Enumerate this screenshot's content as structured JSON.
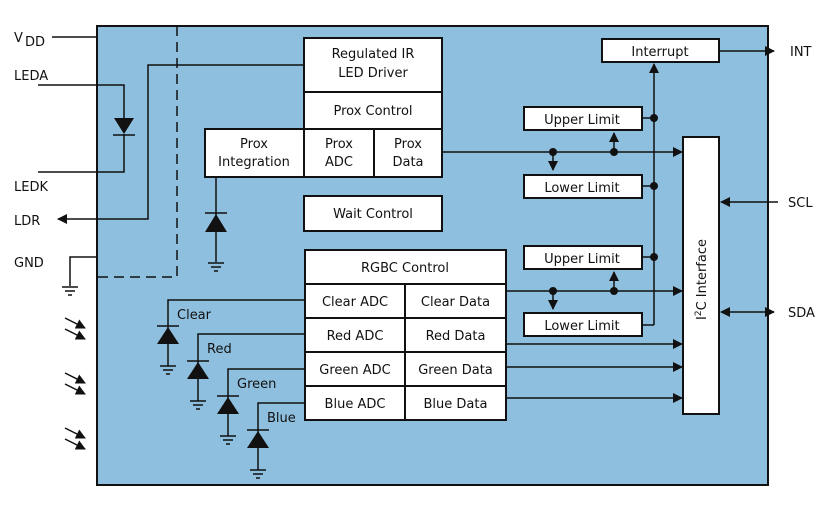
{
  "diagram": {
    "title": "RGBC and proximity sensor block diagram",
    "colors": {
      "chip_fill": "#8fbfde",
      "block_fill": "#ffffff",
      "line": "#111111"
    },
    "pins": {
      "vdd": "V",
      "vdd_sub": "DD",
      "leda": "LEDA",
      "ledk": "LEDK",
      "ldr": "LDR",
      "gnd": "GND",
      "int": "INT",
      "scl": "SCL",
      "sda": "SDA"
    },
    "blocks": {
      "ir_driver_line1": "Regulated IR",
      "ir_driver_line2": "LED Driver",
      "prox_control": "Prox Control",
      "prox_integration_line1": "Prox",
      "prox_integration_line2": "Integration",
      "prox_adc_line1": "Prox",
      "prox_adc_line2": "ADC",
      "prox_data_line1": "Prox",
      "prox_data_line2": "Data",
      "wait_control": "Wait  Control",
      "interrupt": "Interrupt",
      "prox_upper_limit": "Upper Limit",
      "prox_lower_limit": "Lower  Limit",
      "rgbc_upper_limit": "Upper Limit",
      "rgbc_lower_limit": "Lower  Limit",
      "i2c_prefix": "I",
      "i2c_sup": "2",
      "i2c_suffix": "C  Interface",
      "rgbc_control": "RGBC  Control",
      "rgbc_rows": [
        {
          "adc": "Clear  ADC",
          "data": "Clear  Data",
          "diode": "Clear"
        },
        {
          "adc": "Red ADC",
          "data": "Red Data",
          "diode": "Red"
        },
        {
          "adc": "Green ADC",
          "data": "Green Data",
          "diode": "Green"
        },
        {
          "adc": "Blue ADC",
          "data": "Blue Data",
          "diode": "Blue"
        }
      ]
    }
  }
}
